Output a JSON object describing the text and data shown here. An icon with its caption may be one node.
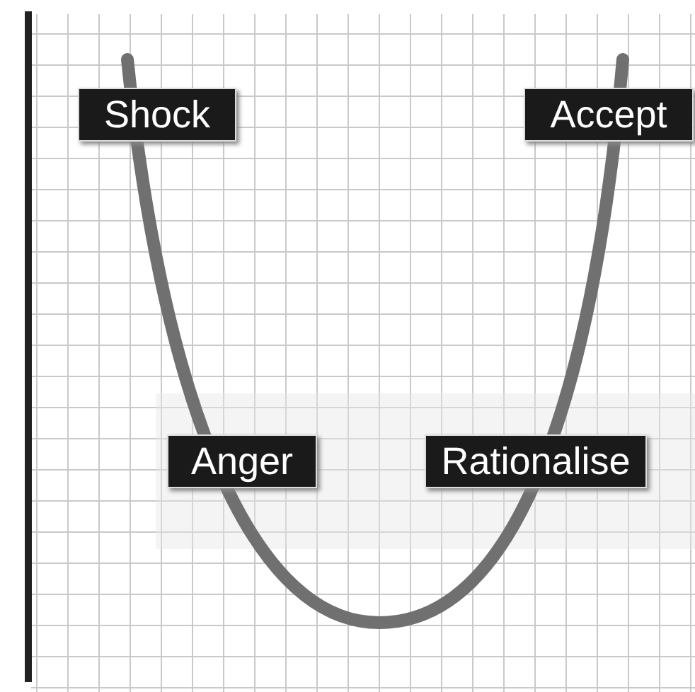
{
  "diagram": {
    "nodes": [
      {
        "text": [
          "Shock"
        ]
      },
      {
        "text": [
          "Accept"
        ]
      },
      {
        "text": [
          "Anger"
        ]
      },
      {
        "text": [
          "Rationalise"
        ]
      }
    ]
  }
}
